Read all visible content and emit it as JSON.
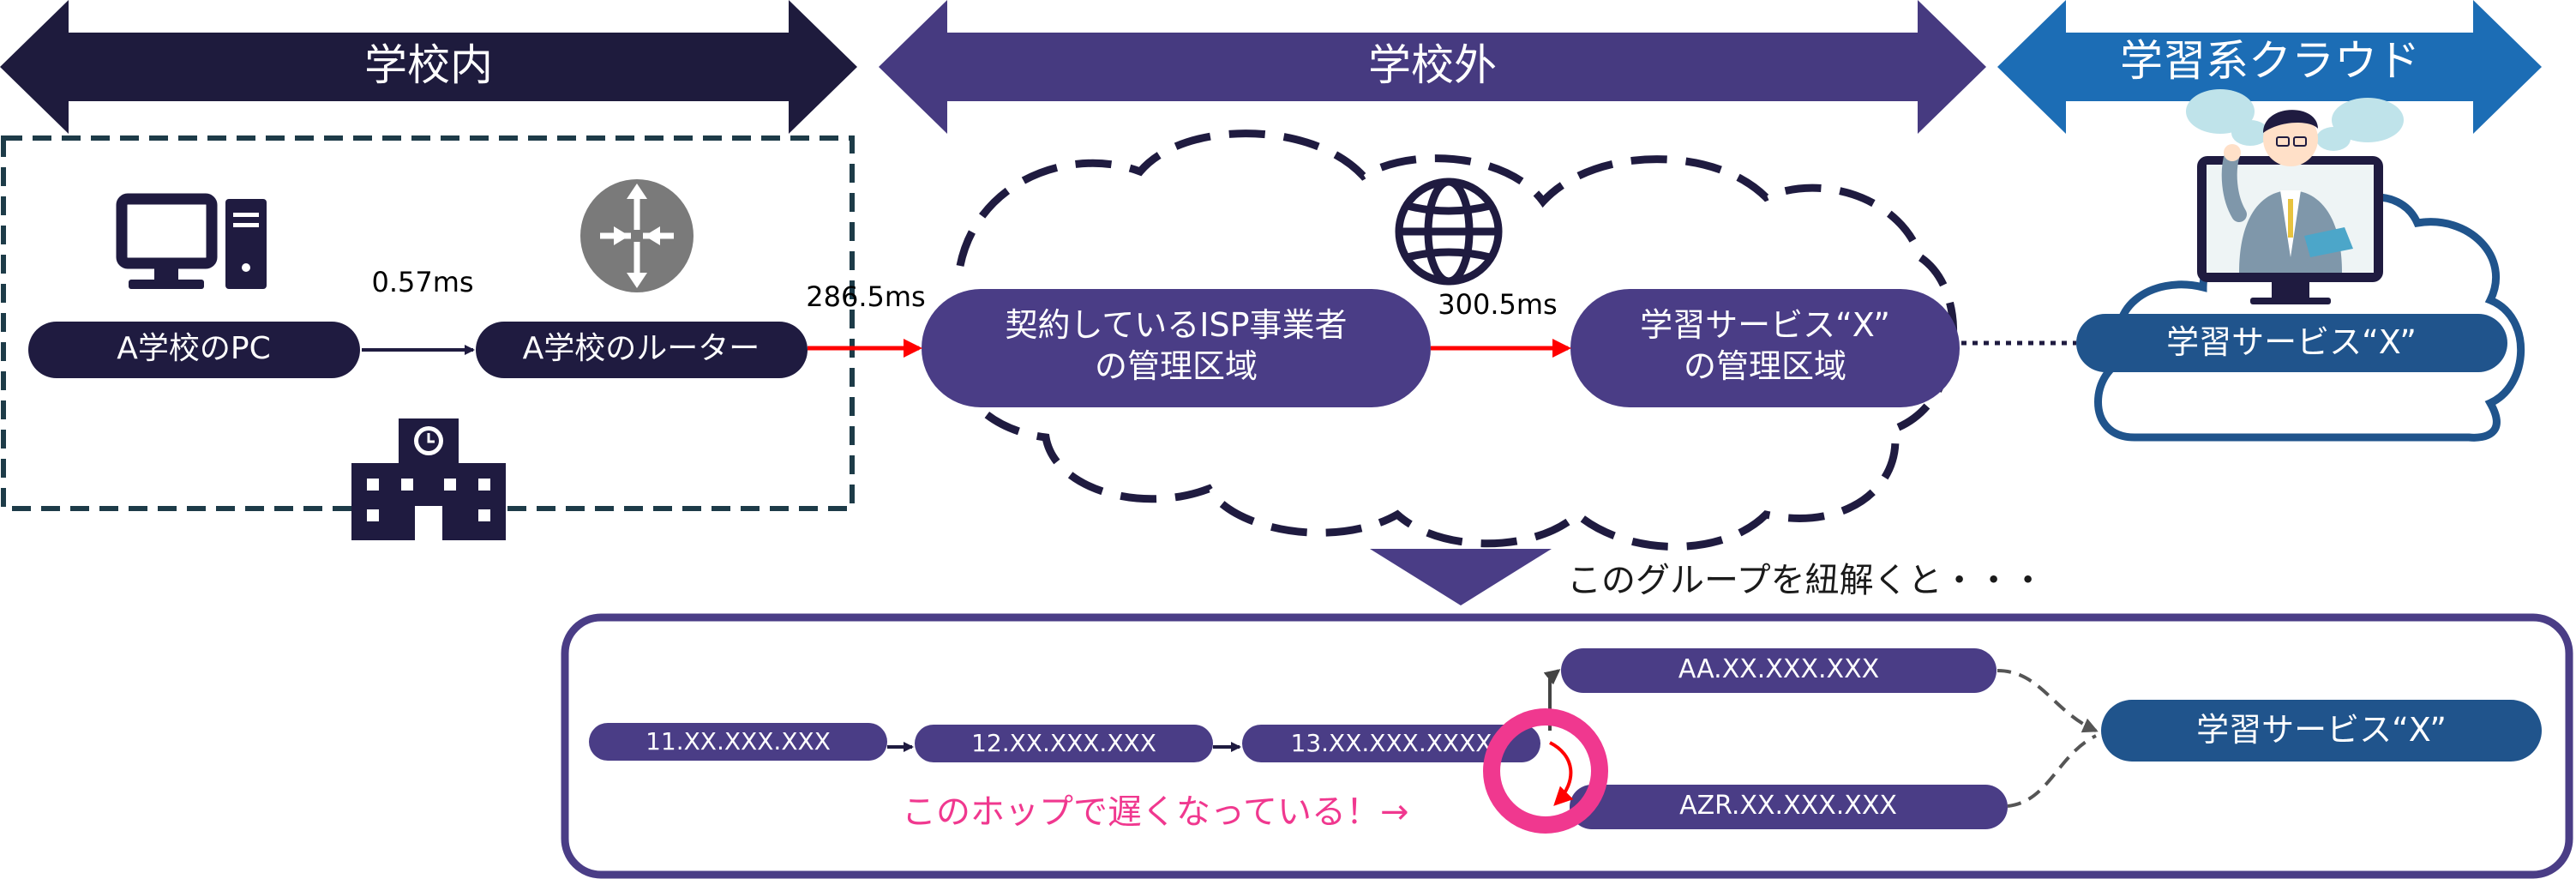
{
  "zones": {
    "inside": "学校内",
    "outside": "学校外",
    "cloud": "学習系クラウド"
  },
  "nodes": {
    "pc": "A学校のPC",
    "router": "A学校のルーター",
    "isp_line1": "契約しているISP事業者",
    "isp_line2": "の管理区域",
    "svc_line1": "学習サービス“X”",
    "svc_line2": "の管理区域",
    "cloud_service": "学習サービス“X”"
  },
  "latencies": {
    "pc_to_router": "0.57ms",
    "router_to_isp": "286.5ms",
    "isp_to_service": "300.5ms"
  },
  "breakdown": {
    "caption": "このグループを紐解くと・・・",
    "hops": [
      "11.XX.XXX.XXX",
      "12.XX.XXX.XXX",
      "13.XX.XXX.XXXX"
    ],
    "branch_top": "AA.XX.XXX.XXX",
    "branch_bottom": "AZR.XX.XXX.XXX",
    "destination": "学習サービス“X”",
    "slow_note": "このホップで遅くなっている！→"
  },
  "colors": {
    "inside_arrow": "#1e1b3d",
    "outside_arrow": "#463a80",
    "cloud_arrow": "#1c6db5",
    "node_dark": "#1f1b40",
    "node_purple": "#4a3d86",
    "service_blue": "#20548c",
    "latency_red": "#ff0000",
    "highlight_pink": "#f0388f"
  },
  "icons": [
    "desktop-pc-icon",
    "router-icon",
    "school-building-icon",
    "globe-icon",
    "teacher-monitor-icon",
    "cloud-icon"
  ]
}
